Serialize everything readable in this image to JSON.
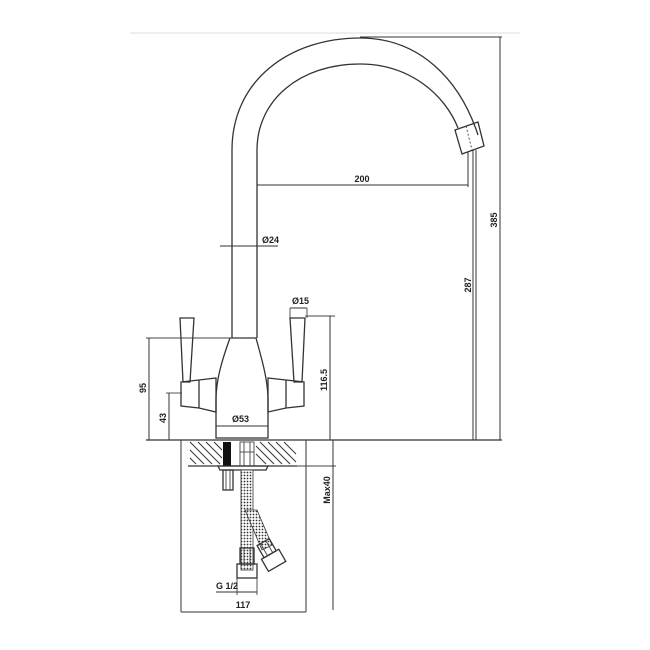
{
  "drawing": {
    "subject": "Kitchen mixer tap technical dimension drawing",
    "colors": {
      "line": "#333333",
      "background": "#ffffff",
      "frame": "#eeeeee"
    },
    "dimensions": {
      "spout_reach": "200",
      "overall_height": "385",
      "spout_outlet_height": "287",
      "spout_diameter": "Ø24",
      "handle_diameter": "Ø15",
      "body_height_to_handle_top": "116.5",
      "body_height": "95",
      "handle_pivot_height": "43",
      "base_diameter": "Ø53",
      "max_counter_thickness": "Max40",
      "inlet_thread": "G 1/2",
      "base_hose_span": "117"
    }
  }
}
